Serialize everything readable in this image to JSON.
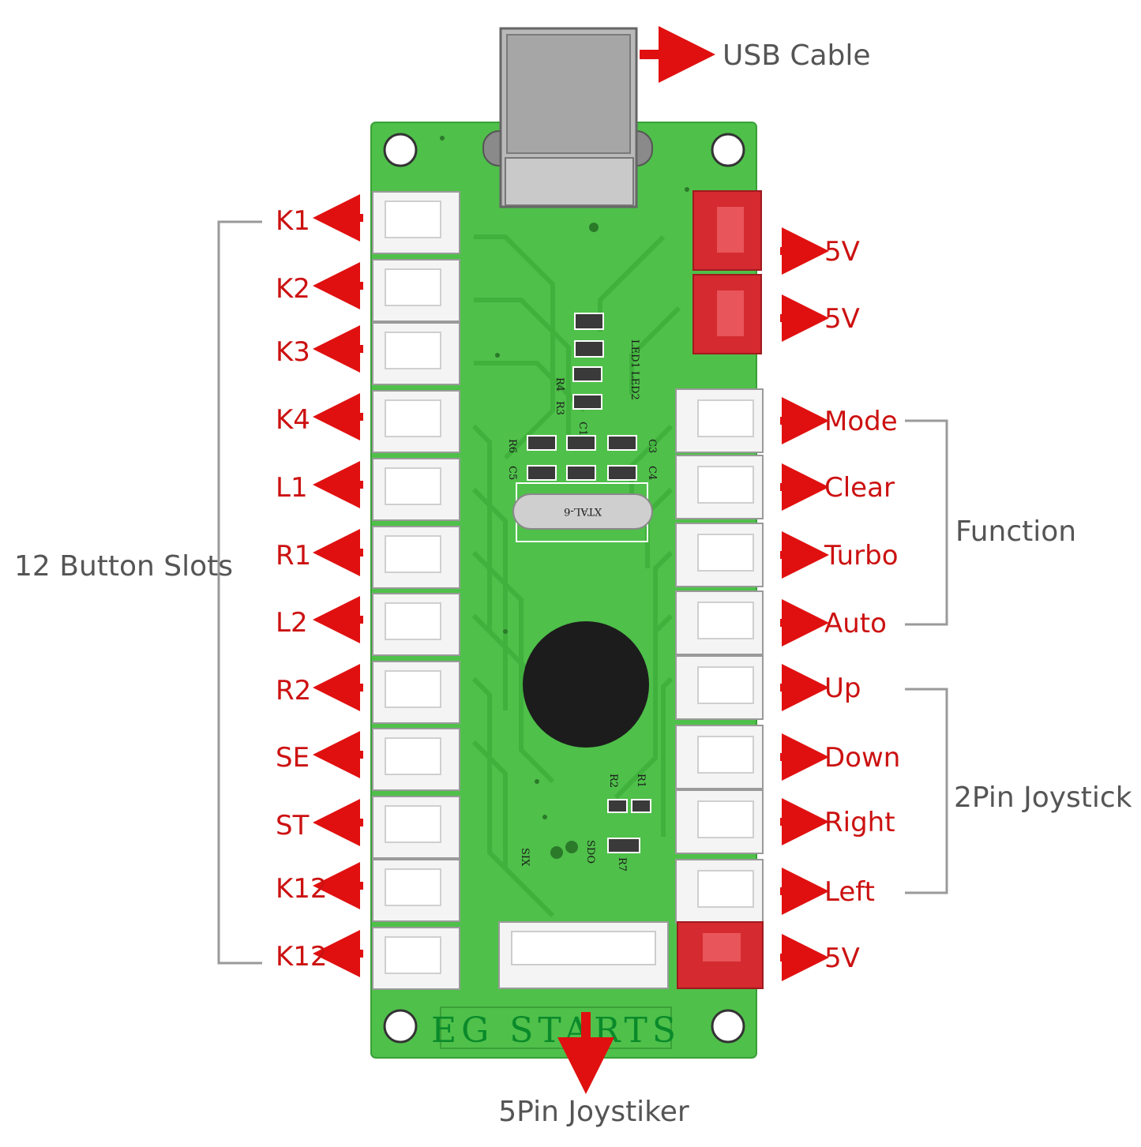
{
  "labels": {
    "usb_cable": "USB Cable",
    "button_slots": "12 Button Slots",
    "function_group": "Function",
    "joystick_group": "2Pin Joystick",
    "five_pin": "5Pin Joystiker"
  },
  "left_ports": [
    "K1",
    "K2",
    "K3",
    "K4",
    "L1",
    "R1",
    "L2",
    "R2",
    "SE",
    "ST",
    "K12",
    "K12"
  ],
  "right_power_top": [
    "5V",
    "5V"
  ],
  "right_ports": [
    "Mode",
    "Clear",
    "Turbo",
    "Auto",
    "Up",
    "Down",
    "Right",
    "Left"
  ],
  "right_power_bottom": "5V",
  "board": {
    "brand": "EG STARTS",
    "crystal": "XTAL-6",
    "silkscreen": [
      "LED1",
      "LED2",
      "R4",
      "R3",
      "C1",
      "C3",
      "C4",
      "R6",
      "C5",
      "R2",
      "R1",
      "R7",
      "SDO",
      "SIX"
    ]
  },
  "colors": {
    "board_green": "#4fc04a",
    "label_red": "#cc1111",
    "arrow_red": "#e01010",
    "connector_white": "#f4f4f4",
    "connector_red": "#d42a30",
    "bracket_grey": "#9a9a9a",
    "text_grey": "#555555"
  }
}
